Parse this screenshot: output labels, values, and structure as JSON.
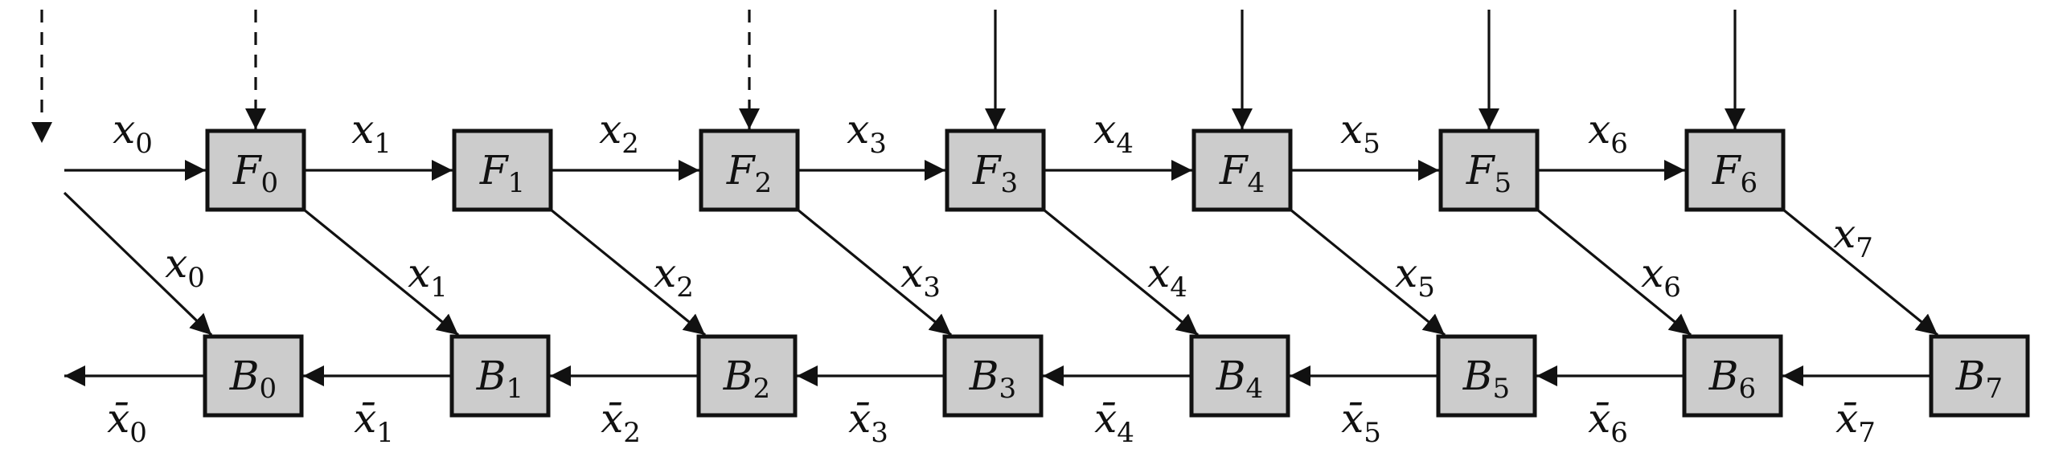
{
  "forward_nodes": [
    {
      "base": "F",
      "sub": "0"
    },
    {
      "base": "F",
      "sub": "1"
    },
    {
      "base": "F",
      "sub": "2"
    },
    {
      "base": "F",
      "sub": "3"
    },
    {
      "base": "F",
      "sub": "4"
    },
    {
      "base": "F",
      "sub": "5"
    },
    {
      "base": "F",
      "sub": "6"
    }
  ],
  "backward_nodes": [
    {
      "base": "B",
      "sub": "0"
    },
    {
      "base": "B",
      "sub": "1"
    },
    {
      "base": "B",
      "sub": "2"
    },
    {
      "base": "B",
      "sub": "3"
    },
    {
      "base": "B",
      "sub": "4"
    },
    {
      "base": "B",
      "sub": "5"
    },
    {
      "base": "B",
      "sub": "6"
    },
    {
      "base": "B",
      "sub": "7"
    }
  ],
  "forward_edge_labels": [
    {
      "base": "x",
      "sub": "0"
    },
    {
      "base": "x",
      "sub": "1"
    },
    {
      "base": "x",
      "sub": "2"
    },
    {
      "base": "x",
      "sub": "3"
    },
    {
      "base": "x",
      "sub": "4"
    },
    {
      "base": "x",
      "sub": "5"
    },
    {
      "base": "x",
      "sub": "6"
    }
  ],
  "diagonal_edge_labels": [
    {
      "base": "x",
      "sub": "0"
    },
    {
      "base": "x",
      "sub": "1"
    },
    {
      "base": "x",
      "sub": "2"
    },
    {
      "base": "x",
      "sub": "3"
    },
    {
      "base": "x",
      "sub": "4"
    },
    {
      "base": "x",
      "sub": "5"
    },
    {
      "base": "x",
      "sub": "6"
    },
    {
      "base": "x",
      "sub": "7"
    }
  ],
  "backward_edge_labels": [
    {
      "base": "x̄",
      "sub": "0"
    },
    {
      "base": "x̄",
      "sub": "1"
    },
    {
      "base": "x̄",
      "sub": "2"
    },
    {
      "base": "x̄",
      "sub": "3"
    },
    {
      "base": "x̄",
      "sub": "4"
    },
    {
      "base": "x̄",
      "sub": "5"
    },
    {
      "base": "x̄",
      "sub": "6"
    },
    {
      "base": "x̄",
      "sub": "7"
    }
  ],
  "top_inputs": [
    "dashed",
    "none",
    "dashed",
    "solid",
    "solid",
    "solid",
    "solid"
  ],
  "colors": {
    "box_fill": "#cccccc",
    "stroke": "#111111"
  }
}
